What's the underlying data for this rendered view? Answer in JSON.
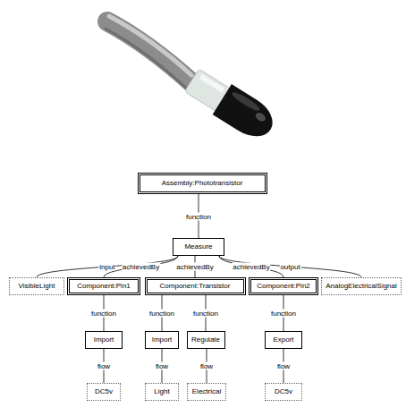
{
  "diagram": {
    "nodes": [
      {
        "text": [
          "Assembly:Phototransistor"
        ]
      },
      {
        "text": [
          "Measure"
        ]
      },
      {
        "text": [
          "VisibleLight"
        ]
      },
      {
        "text": [
          "Component:Pin1"
        ]
      },
      {
        "text": [
          "Component:Transistor"
        ]
      },
      {
        "text": [
          "Component:Pin2"
        ]
      },
      {
        "text": [
          "AnalogElectricalSignal"
        ]
      },
      {
        "text": [
          "Import"
        ]
      },
      {
        "text": [
          "Import"
        ]
      },
      {
        "text": [
          "Regulate"
        ]
      },
      {
        "text": [
          "Export"
        ]
      },
      {
        "text": [
          "DC5v"
        ]
      },
      {
        "text": [
          "Light"
        ]
      },
      {
        "text": [
          "Electrical"
        ]
      },
      {
        "text": [
          "DC5v"
        ]
      }
    ],
    "edges": [
      {
        "from": 0,
        "to": 1,
        "label": "function",
        "arrow": "none"
      },
      {
        "from": 1,
        "to": 2,
        "label": "input",
        "arrow": "none"
      },
      {
        "from": 1,
        "to": 3,
        "label": "achievedBy",
        "arrow": "none"
      },
      {
        "from": 1,
        "to": 4,
        "label": "achievedBy",
        "arrow": "none"
      },
      {
        "from": 1,
        "to": 5,
        "label": "achievedBy",
        "arrow": "none"
      },
      {
        "from": 1,
        "to": 6,
        "label": "output",
        "arrow": "none"
      },
      {
        "from": 3,
        "to": 7,
        "label": "function",
        "arrow": "none"
      },
      {
        "from": 4,
        "to": 8,
        "label": "function",
        "arrow": "none"
      },
      {
        "from": 4,
        "to": 9,
        "label": "function",
        "arrow": "none"
      },
      {
        "from": 5,
        "to": 10,
        "label": "function",
        "arrow": "none"
      },
      {
        "from": 7,
        "to": 11,
        "label": "flow",
        "arrow": "none"
      },
      {
        "from": 8,
        "to": 12,
        "label": "flow",
        "arrow": "none"
      },
      {
        "from": 9,
        "to": 13,
        "label": "flow",
        "arrow": "none"
      },
      {
        "from": 10,
        "to": 14,
        "label": "flow",
        "arrow": "none"
      }
    ]
  }
}
